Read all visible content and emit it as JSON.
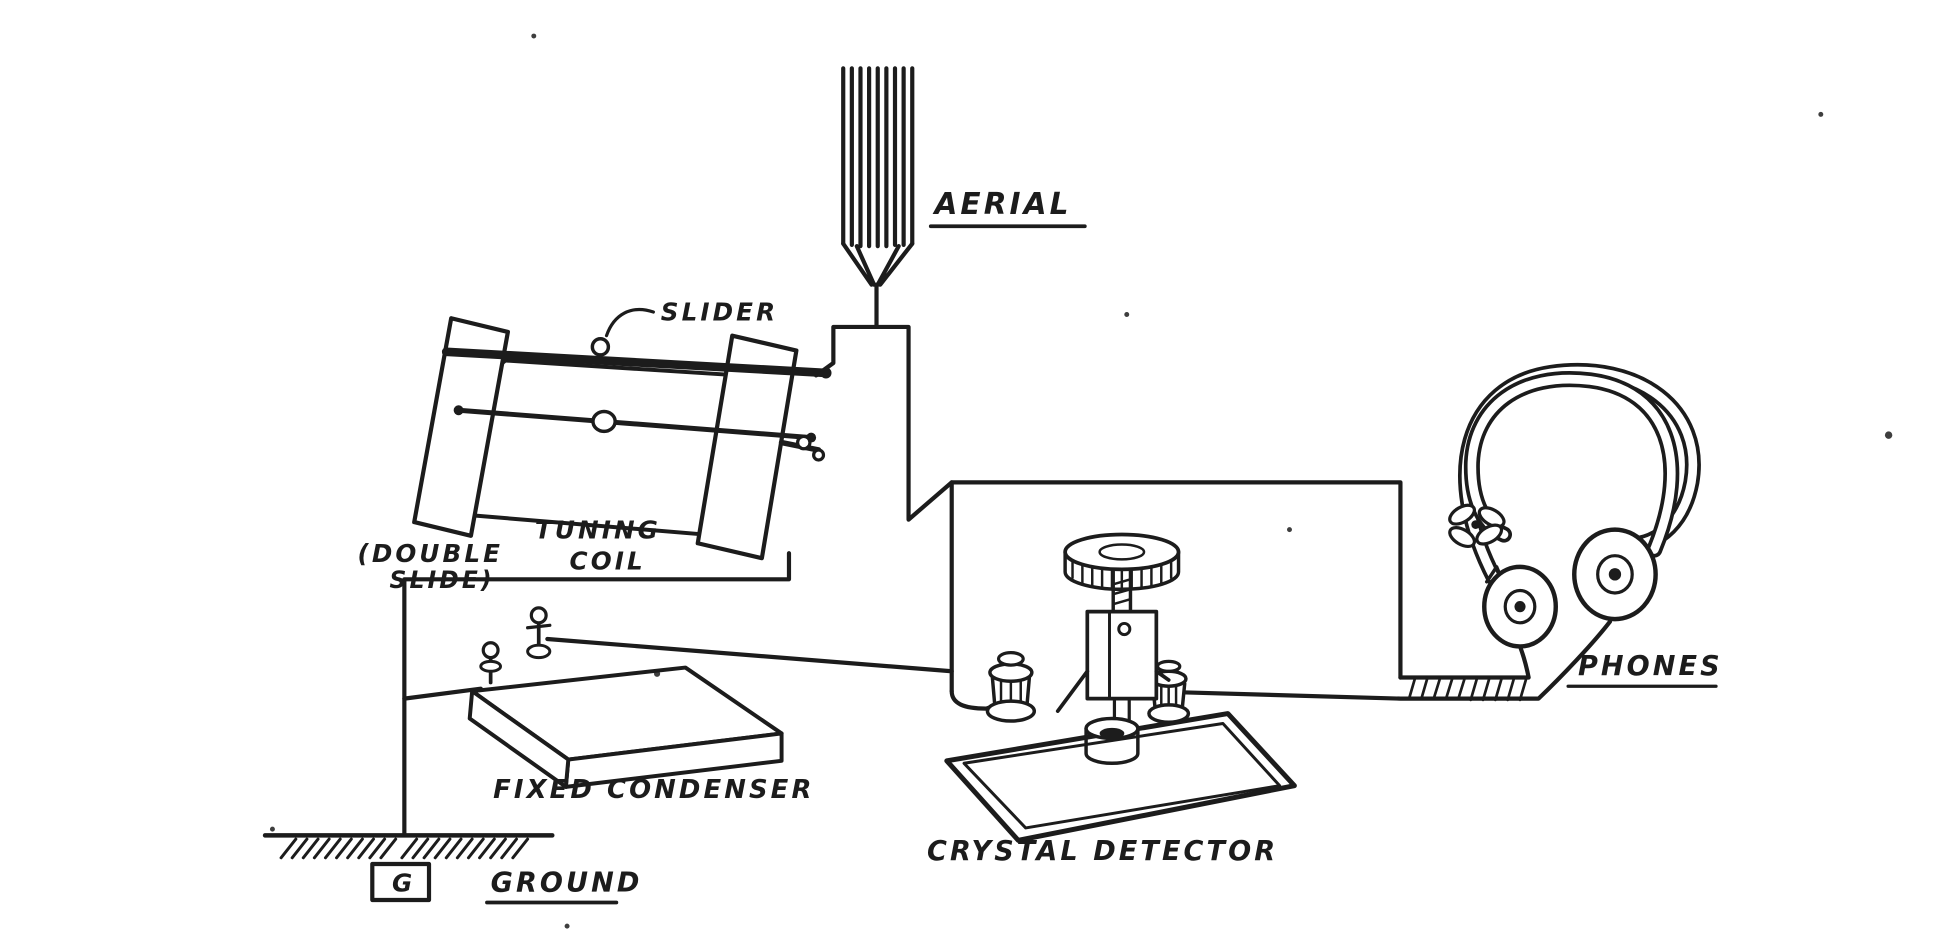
{
  "labels": {
    "aerial": "AERIAL",
    "slider": "SLIDER",
    "tuning_coil_line1": "TUNING",
    "tuning_coil_line2": "COIL",
    "double_slide_line1": "(DOUBLE",
    "double_slide_line2": "SLIDE)",
    "fixed_condenser": "FIXED CONDENSER",
    "crystal_detector": "CRYSTAL  DETECTOR",
    "phones": "PHONES",
    "ground": "GROUND",
    "ground_terminal": "G"
  },
  "colors": {
    "ink": "#1c1c1c",
    "paper": "#ffffff"
  }
}
